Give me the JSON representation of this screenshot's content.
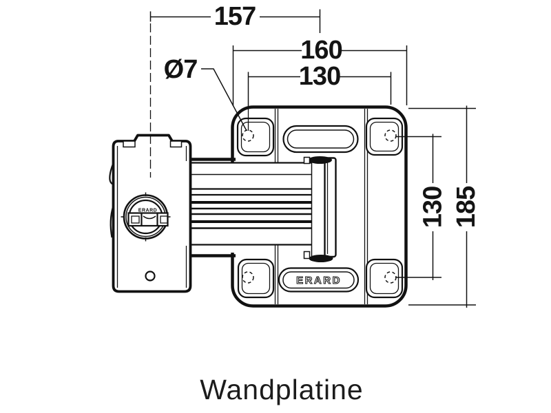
{
  "caption": "Wandplatine",
  "dimensions": {
    "head_to_plate_center": "157",
    "plate_width_outer": "160",
    "hole_spacing_horizontal": "130",
    "hole_spacing_vertical": "130",
    "plate_height_outer": "185",
    "hole_diameter": "Ø7"
  },
  "branding": {
    "plate_logo": "ERARD",
    "level_logo": "ERARD"
  },
  "colors": {
    "line": "#111111",
    "background": "#ffffff"
  }
}
